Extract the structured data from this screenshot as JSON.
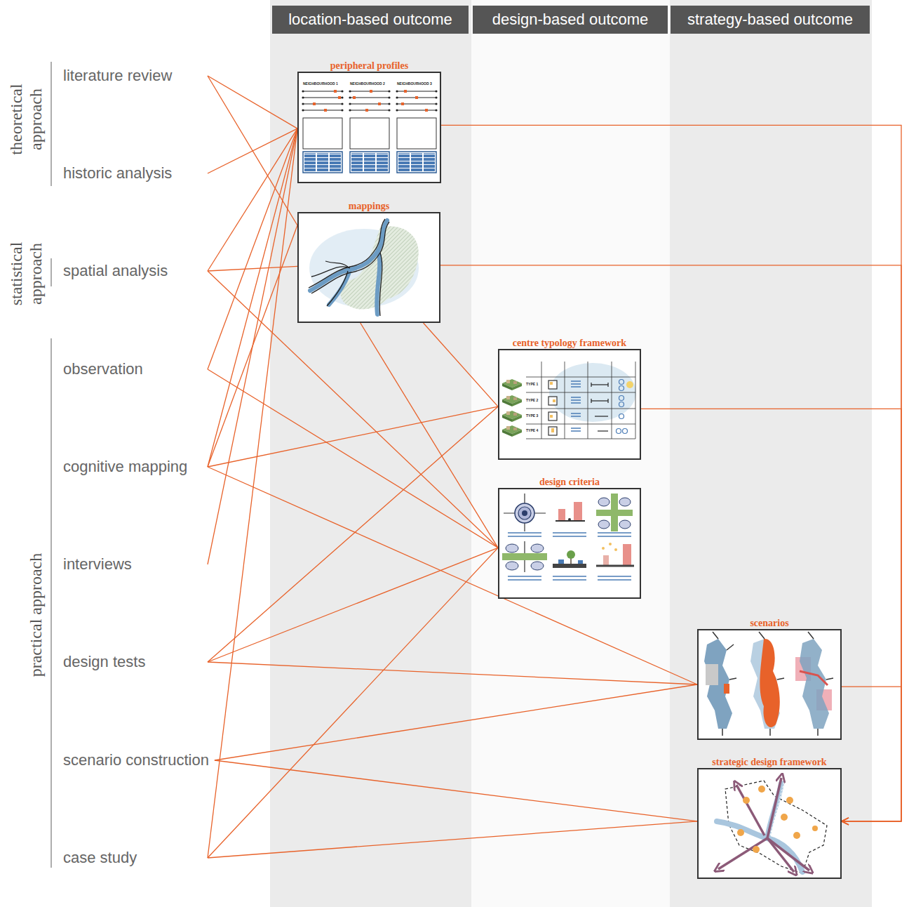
{
  "diagram": {
    "nodes": [
      {
        "text": [
          "location-based outcome"
        ]
      },
      {
        "text": [
          "design-based outcome"
        ]
      },
      {
        "text": [
          "strategy-based outcome"
        ]
      },
      {
        "text": [
          "literature review"
        ]
      },
      {
        "text": [
          "historic analysis"
        ]
      },
      {
        "text": [
          "spatial analysis"
        ]
      },
      {
        "text": [
          "observation"
        ]
      },
      {
        "text": [
          "cognitive mapping"
        ]
      },
      {
        "text": [
          "interviews"
        ]
      },
      {
        "text": [
          "design tests"
        ]
      },
      {
        "text": [
          "scenario construction"
        ]
      },
      {
        "text": [
          "case study"
        ]
      },
      {
        "text": [
          "peripheral profiles"
        ]
      },
      {
        "text": [
          "mappings"
        ]
      },
      {
        "text": [
          "centre typology framework"
        ]
      },
      {
        "text": [
          "design criteria"
        ]
      },
      {
        "text": [
          "scenarios"
        ]
      },
      {
        "text": [
          "strategic design framework"
        ]
      }
    ],
    "edges": [
      {
        "from": 3,
        "to": 12,
        "arrow": "none"
      },
      {
        "from": 3,
        "to": 13,
        "arrow": "none"
      },
      {
        "from": 4,
        "to": 12,
        "arrow": "none"
      },
      {
        "from": 5,
        "to": 12,
        "arrow": "none"
      },
      {
        "from": 5,
        "to": 13,
        "arrow": "none"
      },
      {
        "from": 5,
        "to": 15,
        "arrow": "none"
      },
      {
        "from": 6,
        "to": 12,
        "arrow": "none"
      },
      {
        "from": 6,
        "to": 15,
        "arrow": "none"
      },
      {
        "from": 7,
        "to": 12,
        "arrow": "none"
      },
      {
        "from": 7,
        "to": 13,
        "arrow": "none"
      },
      {
        "from": 7,
        "to": 14,
        "arrow": "none"
      },
      {
        "from": 7,
        "to": 16,
        "arrow": "none"
      },
      {
        "from": 8,
        "to": 12,
        "arrow": "none"
      },
      {
        "from": 9,
        "to": 14,
        "arrow": "none"
      },
      {
        "from": 9,
        "to": 15,
        "arrow": "none"
      },
      {
        "from": 9,
        "to": 16,
        "arrow": "none"
      },
      {
        "from": 10,
        "to": 16,
        "arrow": "none"
      },
      {
        "from": 10,
        "to": 17,
        "arrow": "none"
      },
      {
        "from": 11,
        "to": 12,
        "arrow": "none"
      },
      {
        "from": 11,
        "to": 15,
        "arrow": "none"
      },
      {
        "from": 11,
        "to": 17,
        "arrow": "none"
      },
      {
        "from": 13,
        "to": 14,
        "arrow": "none"
      },
      {
        "from": 13,
        "to": 15,
        "arrow": "none"
      },
      {
        "from": 12,
        "to": 17,
        "arrow": "to"
      },
      {
        "from": 13,
        "to": 17,
        "arrow": "to"
      },
      {
        "from": 14,
        "to": 17,
        "arrow": "to"
      },
      {
        "from": 16,
        "to": 17,
        "arrow": "to"
      }
    ],
    "labels": [
      "theoretical approach",
      "statistical approach",
      "practical approach",
      "NEIGHBOURHOOD 1",
      "NEIGHBOURHOOD 2",
      "NEIGHBOURHOOD 3",
      "TYPE 1",
      "TYPE 2",
      "TYPE 3",
      "TYPE 4"
    ]
  }
}
